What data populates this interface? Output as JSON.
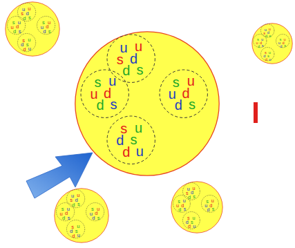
{
  "diagram": {
    "nodes": [
      {
        "text": []
      },
      {
        "text": [
          "u",
          "u",
          "s",
          "d",
          "d",
          "s"
        ],
        "in": 0
      },
      {
        "text": [
          "s",
          "u",
          "u",
          "d",
          "d",
          "s"
        ],
        "in": 0
      },
      {
        "text": [
          "s",
          "u",
          "u",
          "d",
          "d",
          "s"
        ],
        "in": 0
      },
      {
        "text": [
          "s",
          "u",
          "d",
          "s",
          "d",
          "u"
        ],
        "in": 0
      },
      {
        "text": []
      },
      {
        "text": [
          "u",
          "u",
          "s",
          "d",
          "d",
          "s"
        ],
        "in": 5
      },
      {
        "text": [
          "s",
          "u",
          "u",
          "d",
          "d",
          "s"
        ],
        "in": 5
      },
      {
        "text": [
          "s",
          "u",
          "u",
          "d",
          "d",
          "s"
        ],
        "in": 5
      },
      {
        "text": [
          "s",
          "u",
          "d",
          "s",
          "d",
          "u"
        ],
        "in": 5
      },
      {
        "text": []
      },
      {
        "text": [
          "u",
          "u",
          "s",
          "d",
          "d",
          "s"
        ],
        "in": 10
      },
      {
        "text": [
          "s",
          "u",
          "u",
          "d",
          "d",
          "s"
        ],
        "in": 10
      },
      {
        "text": [
          "s",
          "u",
          "u",
          "d",
          "d",
          "s"
        ],
        "in": 10
      },
      {
        "text": [
          "s",
          "u",
          "d",
          "s",
          "d",
          "u"
        ],
        "in": 10
      },
      {
        "text": []
      },
      {
        "text": [
          "u",
          "u",
          "s",
          "d",
          "d",
          "s"
        ],
        "in": 15
      },
      {
        "text": [
          "s",
          "u",
          "u",
          "d",
          "d",
          "s"
        ],
        "in": 15
      },
      {
        "text": [
          "s",
          "u",
          "u",
          "d",
          "d",
          "s"
        ],
        "in": 15
      },
      {
        "text": [
          "s",
          "u",
          "d",
          "s",
          "d",
          "u"
        ],
        "in": 15
      },
      {
        "text": []
      },
      {
        "text": [
          "u",
          "u",
          "s",
          "d",
          "d",
          "s"
        ],
        "in": 20
      },
      {
        "text": [
          "s",
          "u",
          "u",
          "d",
          "d",
          "s"
        ],
        "in": 20
      },
      {
        "text": [
          "s",
          "u",
          "u",
          "d",
          "d",
          "s"
        ],
        "in": 20
      },
      {
        "text": [
          "s",
          "u",
          "d",
          "s",
          "d",
          "u"
        ],
        "in": 20
      }
    ]
  }
}
